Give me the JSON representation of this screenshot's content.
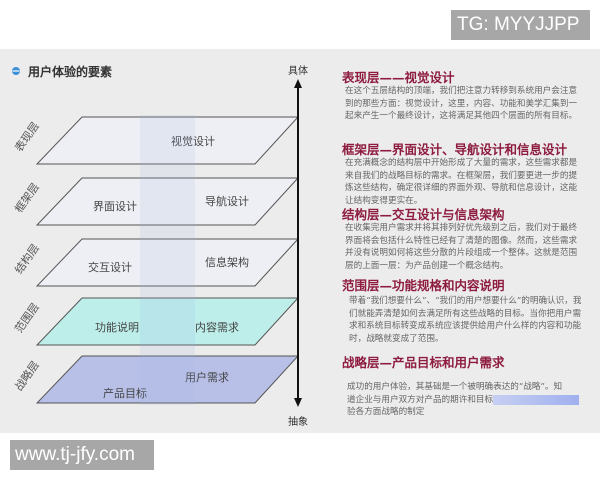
{
  "watermarks": {
    "top": "TG: MYYJJPP",
    "bottom": "www.tj-jfy.com"
  },
  "diagram": {
    "title": "用户体验的要素",
    "axis": {
      "top": "具体",
      "bottom": "抽象"
    },
    "layers": [
      {
        "name": "表现层",
        "items": [
          "视觉设计"
        ],
        "color": "#eeeff4"
      },
      {
        "name": "框架层",
        "items": [
          "界面设计",
          "导航设计"
        ],
        "color": "#eeeff4"
      },
      {
        "name": "结构层",
        "items": [
          "交互设计",
          "信息架构"
        ],
        "color": "#eeeff4"
      },
      {
        "name": "范围层",
        "items": [
          "功能说明",
          "内容需求"
        ],
        "color": "#bdeeea"
      },
      {
        "name": "战略层",
        "items": [
          "产品目标",
          "用户需求"
        ],
        "color": "#b8c0e8"
      }
    ]
  },
  "sections": [
    {
      "heading": "表现层——视觉设计",
      "text": "在这个五层结构的顶端，我们把注意力转移到系统用户会注意到的那些方面：视觉设计，这里，内容、功能和美学汇集到一起来产生一个最终设计，这将满足其他四个层面的所有目标。"
    },
    {
      "heading": "框架层—界面设计、导航设计和信息设计",
      "text": "在充满概念的结构层中开始形成了大量的需求，这些需求都是来自我们的战略目标的需求。在框架层，我们要更进一步的提炼这些结构，确定很详细的界面外观、导航和信息设计，这能让结构变得更实在。"
    },
    {
      "heading": "结构层—交互设计与信息架构",
      "text": "在收集完用户需求并将其排列好优先级别之后，我们对于最终界面将会包括什么特性已经有了清楚的图像。然而，这些需求并没有说明如何将这些分散的片段组成一个整体。这就是范围层的上面一层：为产品创建一个概念结构。"
    },
    {
      "heading": "范围层—功能规格和内容说明",
      "text": "带着“我们想要什么”、“我们的用户想要什么”的明确认识，我们就能弄清楚如何去满足所有这些战略的目标。当你把用户需求和系统目标转变成系统应该提供给用户什么样的内容和功能时，战略就变成了范围。"
    },
    {
      "heading": "战略层—产品目标和用户需求",
      "lines": [
        "成功的用户体验，其基础是一个被明确表达的“战略”。知",
        "道企业与用户双方对产品的期许和目标",
        "验各方面战略的制定"
      ]
    }
  ]
}
